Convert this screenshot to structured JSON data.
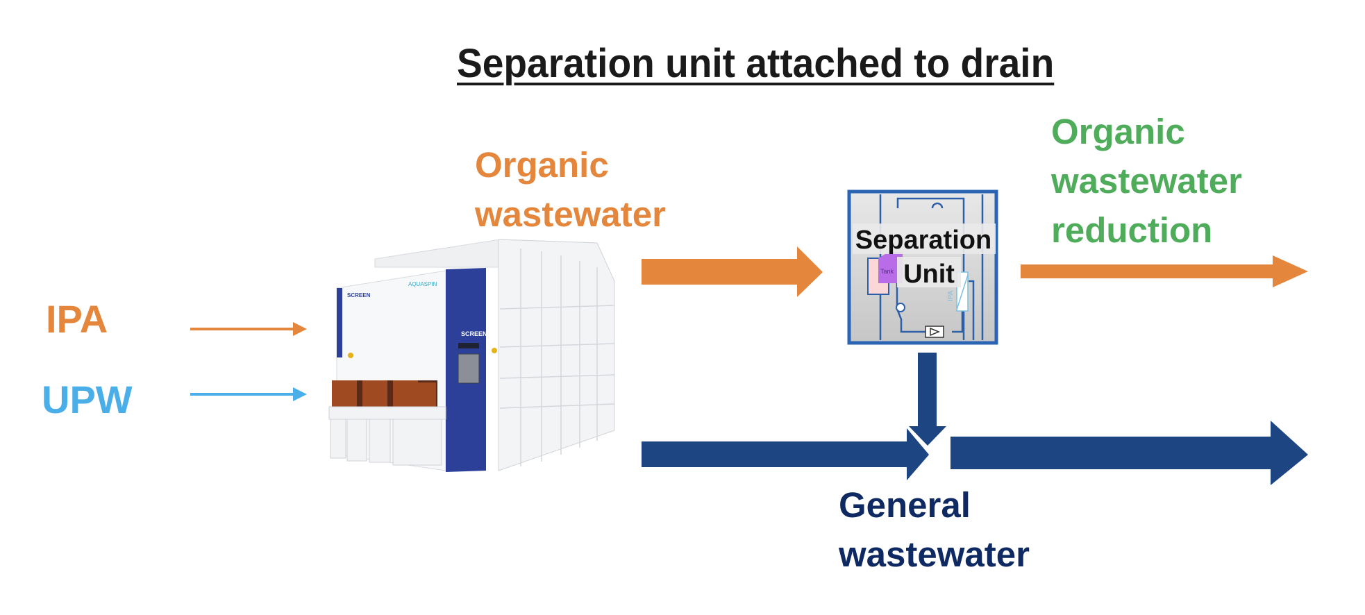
{
  "title": "Separation unit attached to drain",
  "inputs": [
    {
      "label": "IPA",
      "color": "#e4863b"
    },
    {
      "label": "UPW",
      "color": "#4aaee8"
    }
  ],
  "equipment": {
    "brand_label": "SCREEN",
    "product_label": "AQUASPIN"
  },
  "organic_wastewater": {
    "lines": [
      "Organic",
      "wastewater"
    ],
    "color": "#e4863b"
  },
  "separation_unit": {
    "lines": [
      "Separation",
      "Unit"
    ],
    "tank_label": "Tank",
    "side_label": "IPA",
    "border_color": "#2a64b3"
  },
  "organic_reduction": {
    "lines": [
      "Organic",
      "wastewater",
      "reduction"
    ],
    "color": "#4fac5b"
  },
  "general_wastewater": {
    "lines": [
      "General",
      "wastewater"
    ],
    "color": "#0f2a62",
    "arrow_color": "#1c4582"
  }
}
